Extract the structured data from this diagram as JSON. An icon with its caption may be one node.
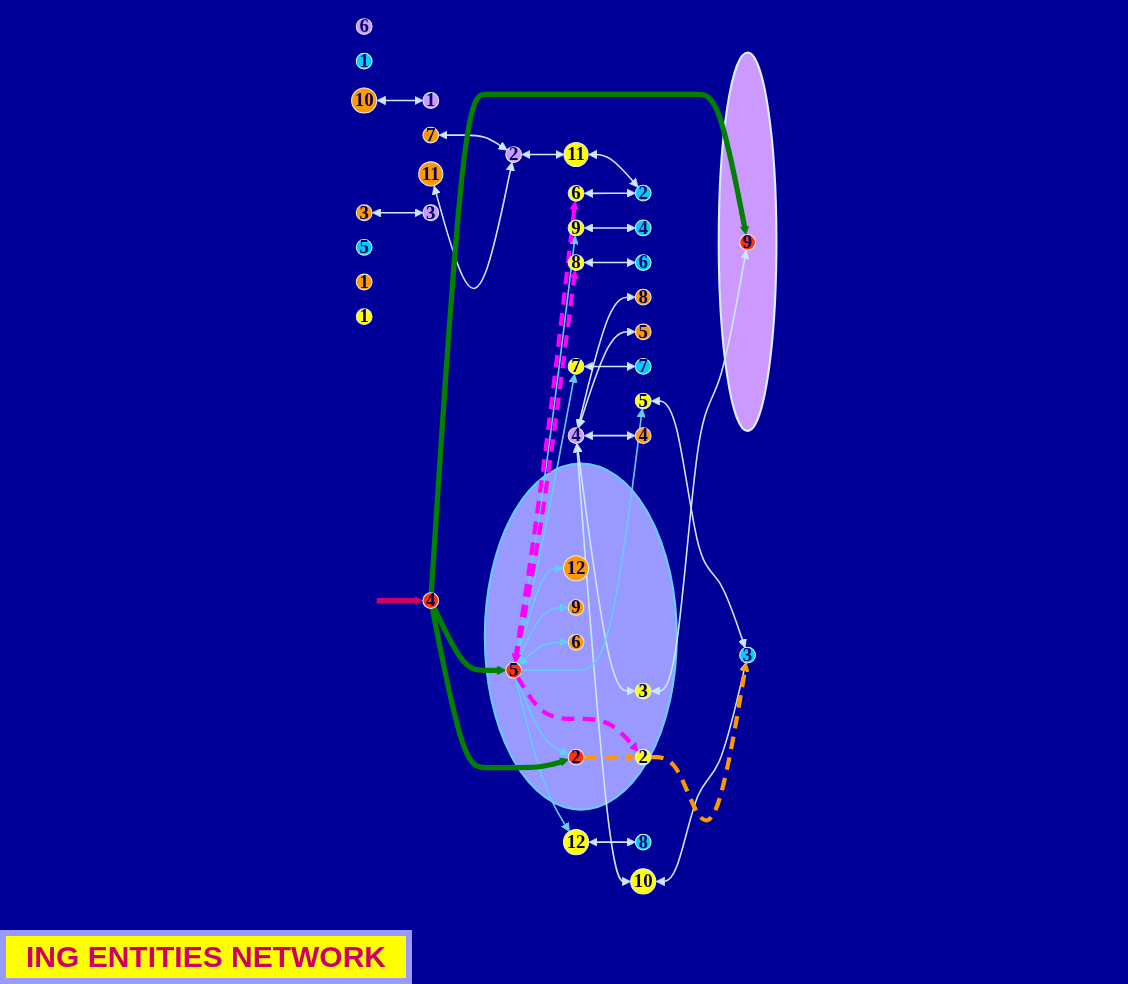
{
  "diagram": {
    "title": "ING ENTITIES NETWORK",
    "nodes": [
      {
        "text": [
          "1"
        ]
      },
      {
        "text": [
          "2"
        ]
      },
      {
        "text": [
          "6"
        ]
      },
      {
        "text": [
          "2"
        ]
      },
      {
        "text": [
          "1"
        ]
      },
      {
        "text": [
          "3"
        ]
      },
      {
        "text": [
          "10"
        ]
      },
      {
        "text": [
          "7"
        ]
      },
      {
        "text": [
          "11"
        ]
      },
      {
        "text": [
          "11"
        ]
      },
      {
        "text": [
          "5"
        ]
      },
      {
        "text": [
          "4"
        ]
      },
      {
        "text": [
          "6"
        ]
      },
      {
        "text": [
          "6"
        ]
      },
      {
        "text": [
          "9"
        ]
      },
      {
        "text": [
          "8"
        ]
      },
      {
        "text": [
          "3"
        ]
      },
      {
        "text": [
          "5"
        ]
      },
      {
        "text": [
          "8"
        ]
      },
      {
        "text": [
          "7"
        ]
      },
      {
        "text": [
          "5"
        ]
      },
      {
        "text": [
          "4"
        ]
      },
      {
        "text": [
          "4"
        ]
      },
      {
        "text": [
          "7"
        ]
      },
      {
        "text": [
          "3"
        ]
      },
      {
        "text": [],
        "shape": "ellipse"
      },
      {
        "text": [
          "12"
        ],
        "in": 25
      },
      {
        "text": [
          "5"
        ],
        "in": 25
      },
      {
        "text": [
          "12"
        ]
      },
      {
        "text": [
          "9"
        ],
        "in": 25
      },
      {
        "text": [
          "10"
        ]
      },
      {
        "text": [
          "8"
        ]
      },
      {
        "text": [],
        "shape": "ellipse"
      },
      {
        "text": [
          "6"
        ],
        "in": 25
      },
      {
        "text": [
          "3"
        ],
        "in": 25
      },
      {
        "text": [
          "9"
        ],
        "in": 32
      },
      {
        "text": [
          "4"
        ]
      },
      {
        "text": [
          "2"
        ],
        "in": 25
      },
      {
        "text": [
          "2"
        ],
        "in": 25
      },
      {
        "text": [
          "1"
        ]
      },
      {
        "text": [
          "1"
        ]
      }
    ],
    "edges": [
      {
        "from": 6,
        "to": 0,
        "arrow": "both"
      },
      {
        "from": 7,
        "to": 1,
        "arrow": "both"
      },
      {
        "from": 8,
        "to": 1,
        "arrow": "both"
      },
      {
        "from": 1,
        "to": 9,
        "arrow": "both"
      },
      {
        "from": 9,
        "to": 3,
        "arrow": "both"
      },
      {
        "from": 12,
        "to": 3,
        "arrow": "both"
      },
      {
        "from": 14,
        "to": 11,
        "arrow": "both"
      },
      {
        "from": 18,
        "to": 13,
        "arrow": "both"
      },
      {
        "from": 23,
        "to": 19,
        "arrow": "both"
      },
      {
        "from": 20,
        "to": 24,
        "arrow": "both"
      },
      {
        "from": 30,
        "to": 24,
        "arrow": "both"
      },
      {
        "from": 28,
        "to": 31,
        "arrow": "both"
      },
      {
        "from": 5,
        "to": 16,
        "arrow": "both"
      },
      {
        "from": 22,
        "to": 17,
        "arrow": "both"
      },
      {
        "from": 22,
        "to": 15,
        "arrow": "both"
      },
      {
        "from": 22,
        "to": 21,
        "arrow": "both"
      },
      {
        "from": 22,
        "to": 30,
        "arrow": "both"
      },
      {
        "from": 22,
        "to": 34,
        "arrow": "both"
      },
      {
        "from": 27,
        "to": 26,
        "arrow": "both",
        "color": "#66ccff"
      },
      {
        "from": 27,
        "to": 29,
        "arrow": "both",
        "color": "#66ccff"
      },
      {
        "from": 27,
        "to": 33,
        "arrow": "both",
        "color": "#66ccff"
      },
      {
        "from": 27,
        "to": 37,
        "arrow": "both",
        "color": "#66ccff"
      },
      {
        "from": 27,
        "to": 14,
        "arrow": "to",
        "color": "#66ccff"
      },
      {
        "from": 27,
        "to": 20,
        "arrow": "to",
        "color": "#66ccff"
      },
      {
        "from": 27,
        "to": 23,
        "arrow": "to",
        "color": "#66ccff"
      },
      {
        "from": 27,
        "to": 28,
        "arrow": "to",
        "color": "#66ccff"
      },
      {
        "from": 27,
        "to": 12,
        "arrow": "both",
        "style": "dashed",
        "color": "#ff00ff"
      },
      {
        "from": 27,
        "to": 18,
        "arrow": "both",
        "style": "dashed",
        "color": "#ff00ff"
      },
      {
        "from": 27,
        "to": 38,
        "arrow": "to",
        "style": "dashed",
        "color": "#ff00ff"
      },
      {
        "from": 36,
        "to": 27,
        "arrow": "to",
        "style": "thick",
        "color": "#008000"
      },
      {
        "from": 36,
        "to": 37,
        "arrow": "to",
        "style": "thick",
        "color": "#008000"
      },
      {
        "from": 36,
        "to": 35,
        "arrow": "to",
        "style": "thick",
        "color": "#008000"
      },
      {
        "from": 37,
        "to": 38,
        "arrow": "to",
        "style": "dashed",
        "color": "#ff9900"
      },
      {
        "from": 38,
        "to": 24,
        "arrow": "to",
        "style": "dashed",
        "color": "#ff9900"
      },
      {
        "from": 34,
        "to": 35,
        "arrow": "both"
      },
      {
        "from": null,
        "to": 36,
        "arrow": "to",
        "style": "thick",
        "color": "#cc0066"
      }
    ]
  }
}
